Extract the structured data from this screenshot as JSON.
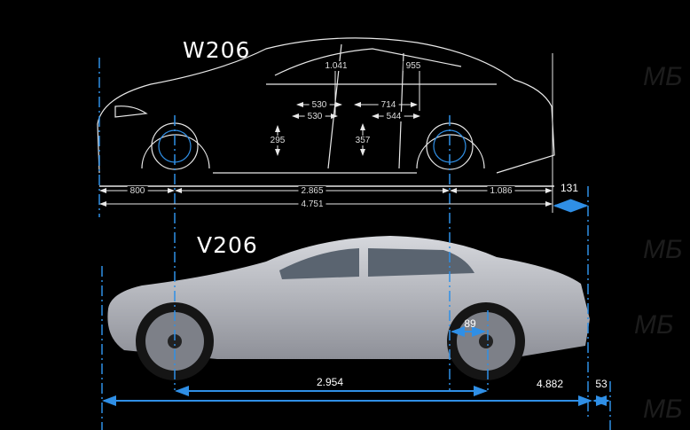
{
  "titles": {
    "top": "W206",
    "bottom": "V206"
  },
  "watermark": "МБ",
  "top_dimensions": {
    "front_overhang": "800",
    "wheelbase": "2.865",
    "rear_overhang": "1.086",
    "length": "4.751",
    "length_difference": "131",
    "front_headroom": "1.041",
    "rear_headroom": "955",
    "front_legroom_upper": "530",
    "front_legroom_lower": "530",
    "rear_legroom_upper": "714",
    "rear_legroom_lower": "544",
    "front_seat_height": "295",
    "rear_seat_height": "357"
  },
  "bottom_dimensions": {
    "wheelbase_difference": "89",
    "wheelbase": "2.954",
    "length": "4.882",
    "length_difference": "53"
  },
  "colors": {
    "accent": "#2f8fe6",
    "line": "#e8e8e8",
    "car_body": "#b9bcc4"
  }
}
